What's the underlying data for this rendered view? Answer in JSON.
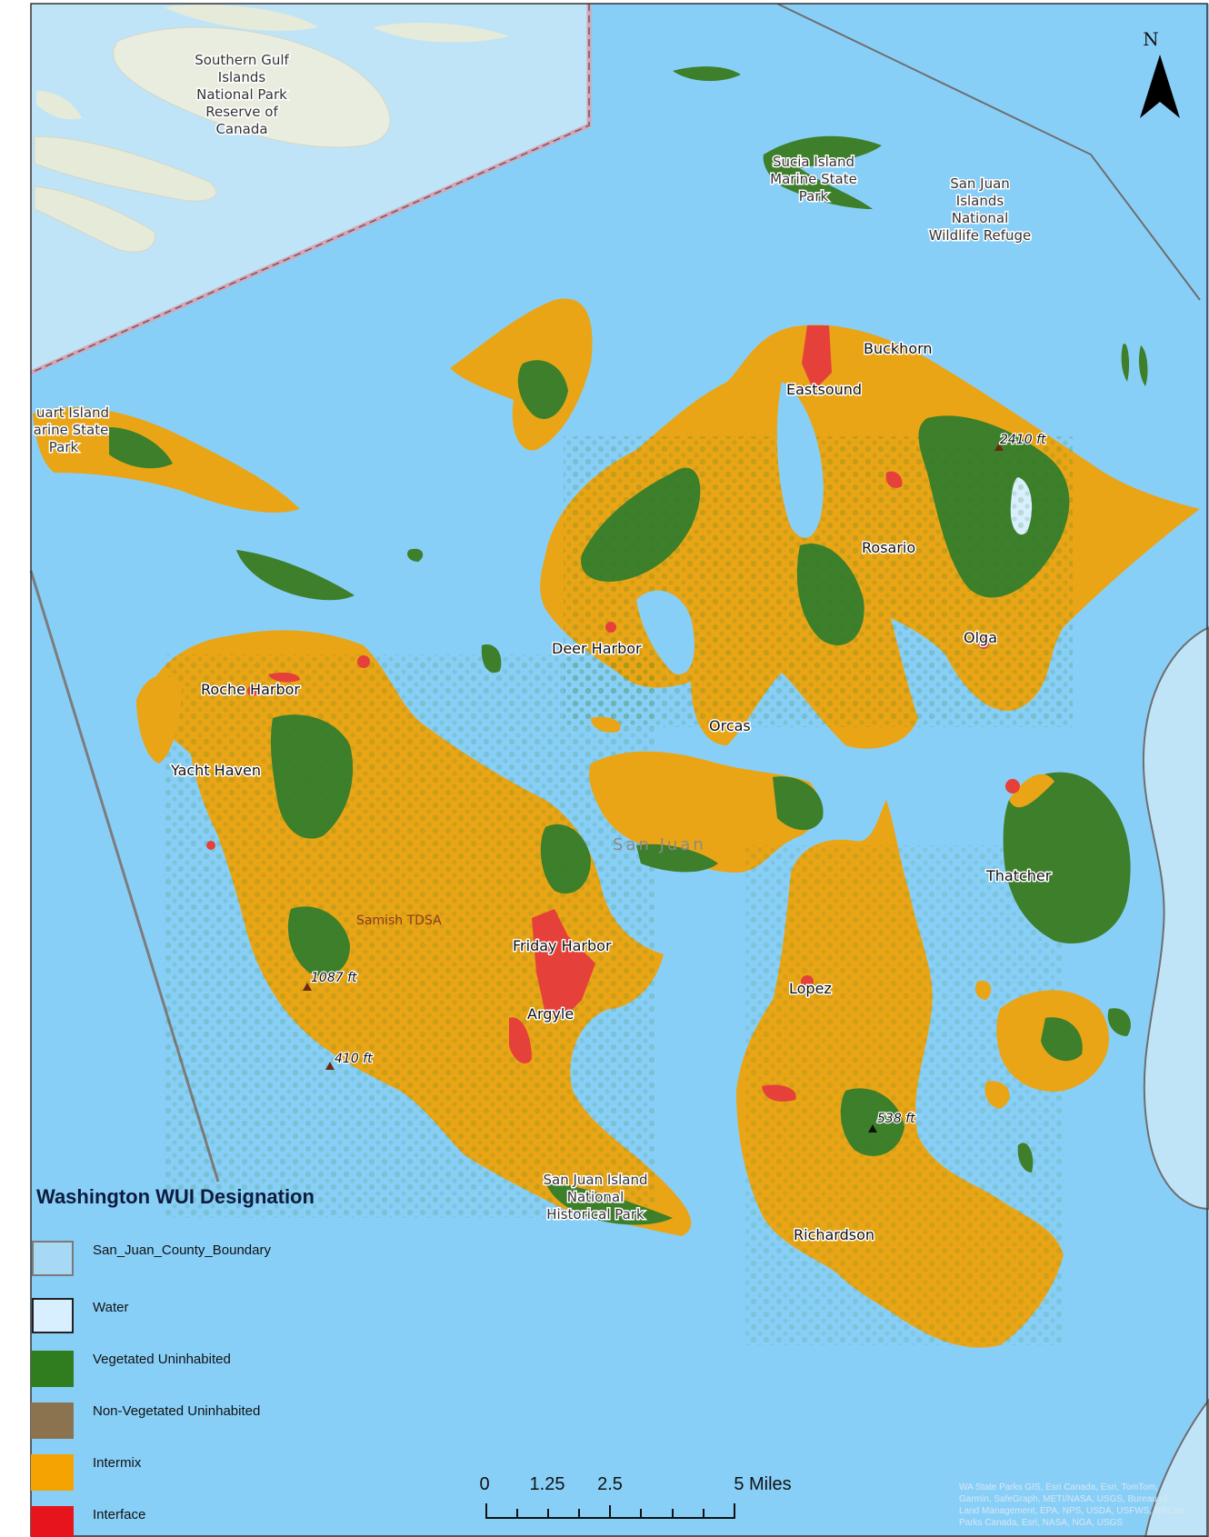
{
  "legend": {
    "title": "Washington WUI Designation",
    "items": [
      {
        "label": "San_Juan_County_Boundary",
        "color": "#a7d8f4",
        "border": "#7a7a7a"
      },
      {
        "label": "Water",
        "color": "#d8efff",
        "border": "#222222"
      },
      {
        "label": "Vegetated Uninhabited",
        "color": "#2f7d1e",
        "border": "#2f7d1e"
      },
      {
        "label": "Non-Vegetated Uninhabited",
        "color": "#8b7350",
        "border": "#8b7350"
      },
      {
        "label": "Intermix",
        "color": "#f5a300",
        "border": "#f5a300"
      },
      {
        "label": "Interface",
        "color": "#e8141c",
        "border": "#e8141c"
      }
    ]
  },
  "north_arrow": {
    "label": "N"
  },
  "scale_bar": {
    "ticks": [
      "0",
      "1.25",
      "2.5",
      "5 Miles"
    ]
  },
  "place_labels": {
    "buckhorn": "Buckhorn",
    "eastsound": "Eastsound",
    "rosario": "Rosario",
    "olga": "Olga",
    "deer_harbor": "Deer Harbor",
    "orcas": "Orcas",
    "roche_harbor": "Roche Harbor",
    "yacht_haven": "Yacht Haven",
    "friday_harbor": "Friday Harbor",
    "argyle": "Argyle",
    "lopez": "Lopez",
    "thatcher": "Thatcher",
    "richardson": "Richardson"
  },
  "park_labels": {
    "gulf_islands": [
      "Southern Gulf",
      "Islands",
      "National Park",
      "Reserve of",
      "Canada"
    ],
    "sucia": [
      "Sucia Island",
      "Marine State",
      "Park"
    ],
    "wildlife_refuge": [
      "San Juan",
      "Islands",
      "National",
      "Wildlife Refuge"
    ],
    "stuart": [
      "uart Island",
      "arine State",
      "Park"
    ],
    "historical_park": [
      "San Juan Island",
      "National",
      "Historical Park"
    ]
  },
  "region_labels": {
    "san_juan": "San Juan",
    "samish": "Samish TDSA"
  },
  "elevations": {
    "e2410": "2410 ft",
    "e1087": "1087 ft",
    "e410": "410 ft",
    "e538": "538 ft"
  },
  "attribution": [
    "WA State Parks GIS, Esri Canada, Esri, TomTom,",
    "Garmin, SafeGraph, METI/NASA, USGS, Bureau of",
    "Land Management, EPA, NPS, USDA, USFWS, NRCan,",
    "Parks Canada, Esri, NASA, NGA, USGS"
  ]
}
